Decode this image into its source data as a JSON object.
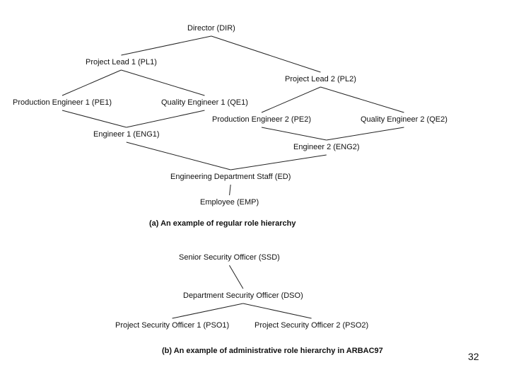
{
  "nodes": {
    "dir": "Director (DIR)",
    "pl1": "Project Lead 1 (PL1)",
    "pl2": "Project Lead 2 (PL2)",
    "pe1": "Production Engineer 1 (PE1)",
    "qe1": "Quality Engineer 1 (QE1)",
    "pe2": "Production Engineer 2 (PE2)",
    "qe2": "Quality Engineer 2 (QE2)",
    "eng1": "Engineer 1 (ENG1)",
    "eng2": "Engineer 2 (ENG2)",
    "ed": "Engineering Department Staff (ED)",
    "emp": "Employee (EMP)",
    "ssd": "Senior Security Officer (SSD)",
    "dso": "Department Security Officer (DSO)",
    "pso1": "Project Security Officer 1 (PSO1)",
    "pso2": "Project Security Officer 2 (PSO2)"
  },
  "captions": {
    "a": "(a) An example of regular role hierarchy",
    "b": "(b) An example of administrative role hierarchy in ARBAC97"
  },
  "page_number": "32",
  "edges": [
    [
      "dir",
      "pl1"
    ],
    [
      "dir",
      "pl2"
    ],
    [
      "pl1",
      "pe1"
    ],
    [
      "pl1",
      "qe1"
    ],
    [
      "pl2",
      "pe2"
    ],
    [
      "pl2",
      "qe2"
    ],
    [
      "pe1",
      "eng1"
    ],
    [
      "qe1",
      "eng1"
    ],
    [
      "pe2",
      "eng2"
    ],
    [
      "qe2",
      "eng2"
    ],
    [
      "eng1",
      "ed"
    ],
    [
      "eng2",
      "ed"
    ],
    [
      "ed",
      "emp"
    ],
    [
      "ssd",
      "dso"
    ],
    [
      "dso",
      "pso1"
    ],
    [
      "dso",
      "pso2"
    ]
  ]
}
